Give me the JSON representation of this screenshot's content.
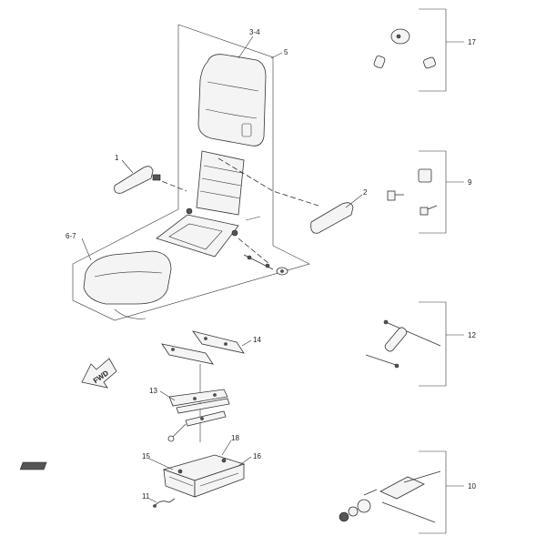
{
  "callouts": {
    "c1": "1",
    "c2": "2",
    "c3_4": "3-4",
    "c5": "5",
    "c6_7": "6-7",
    "c9": "9",
    "c10": "10",
    "c11": "11",
    "c12": "12",
    "c13": "13",
    "c14": "14",
    "c15": "15",
    "c16": "16",
    "c17": "17",
    "c18": "18"
  },
  "direction_arrow": {
    "label": "FWD"
  }
}
